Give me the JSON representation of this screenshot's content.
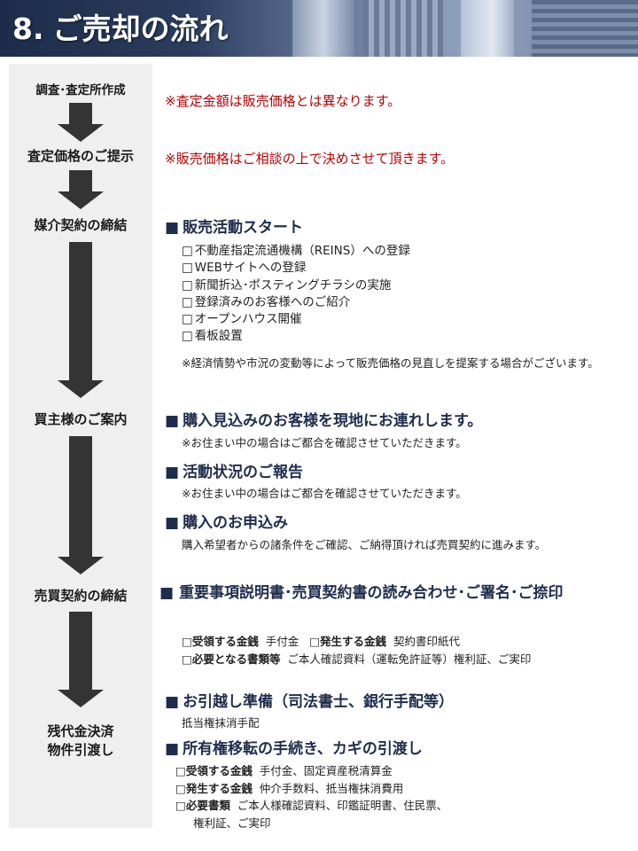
{
  "header": {
    "number": "8.",
    "title": "ご売却の流れ"
  },
  "steps": [
    "調査･査定所作成",
    "査定価格のご提示",
    "媒介契約の締結",
    "買主様のご案内",
    "売買契約の締結",
    "残代金決済",
    "物件引渡し"
  ],
  "notes": {
    "n1": "※査定金額は販売価格とは異なります。",
    "n2": "※販売価格はご相談の上で決めさせて頂きます。"
  },
  "sales": {
    "heading": "販売活動スタート",
    "items": [
      "不動産指定流通機構（REINS）への登録",
      "WEBサイトへの登録",
      "新聞折込･ポスティングチラシの実施",
      "登録済みのお客様へのご紹介",
      "オープンハウス開催",
      "看板設置"
    ],
    "footnote": "※経済情勢や市況の変動等によって販売価格の見直しを提案する場合がございます。"
  },
  "viewing": {
    "heading": "購入見込みのお客様を現地にお連れします。",
    "sub": "※お住まい中の場合はご都合を確認させていただきます。"
  },
  "report": {
    "heading": "活動状況のご報告",
    "sub": "※お住まい中の場合はご都合を確認させていただきます。"
  },
  "application": {
    "heading": "購入のお申込み",
    "sub": "購入希望者からの諸条件をご確認、ご納得頂ければ売買契約に進みます。"
  },
  "contract": {
    "heading": "重要事項説明書･売買契約書の読み合わせ･ご署名･ご捺印",
    "row1_label1": "受領する金銭",
    "row1_value1": "手付金",
    "row1_label2": "発生する金銭",
    "row1_value2": "契約書印紙代",
    "row2_label": "必要となる書類等",
    "row2_value": "ご本人確認資料（運転免許証等）権利証、ご実印"
  },
  "moving": {
    "heading": "お引越し準備（司法書士、銀行手配等）",
    "sub": "抵当権抹消手配"
  },
  "transfer": {
    "heading": "所有権移転の手続き、カギの引渡し",
    "row1_label": "受領する金銭",
    "row1_value": "手付金、固定資産税清算金",
    "row2_label": "発生する金銭",
    "row2_value": "仲介手数料、抵当権抹消費用",
    "row3_label": "必要書類",
    "row3_value": "ご本人様確認資料、印鑑証明書、住民票、",
    "row4_value": "権利証、ご実印"
  },
  "glyphs": {
    "square_bullet": "■",
    "checkbox": "□"
  }
}
